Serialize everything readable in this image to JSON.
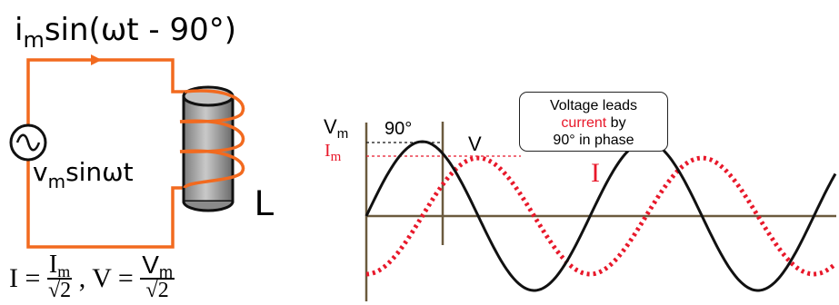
{
  "circuit": {
    "current_expr": {
      "main": "i",
      "sub": "m",
      "tail": "sin(ωt - 90°)"
    },
    "source_expr": {
      "main": "v",
      "sub": "m",
      "tail": "sinωt"
    },
    "inductor_label": "L",
    "rms": {
      "i_symbol": "I",
      "i_num_main": "I",
      "i_num_sub": "m",
      "v_symbol": "V",
      "v_num_main": "V",
      "v_num_sub": "m",
      "den": "√2",
      "eq": " = ",
      "sep": " , "
    }
  },
  "graph": {
    "note": {
      "line1": "Voltage leads",
      "line2_red": "current",
      "line2_rest": " by",
      "line3": "90° in phase"
    },
    "vm_label": {
      "main": "V",
      "sub": "m"
    },
    "im_label": {
      "main": "I",
      "sub": "m"
    },
    "phase_label": "90°",
    "voltage_label": "V",
    "current_label": "I",
    "phase_shift_deg": 90,
    "voltage_amplitude": 1.0,
    "current_amplitude": 0.78,
    "cycles_shown": 2.1,
    "colors": {
      "voltage": "#000000",
      "current": "#e8182a",
      "axis": "#6b5a3e",
      "circuit": "#f26a1f"
    }
  }
}
